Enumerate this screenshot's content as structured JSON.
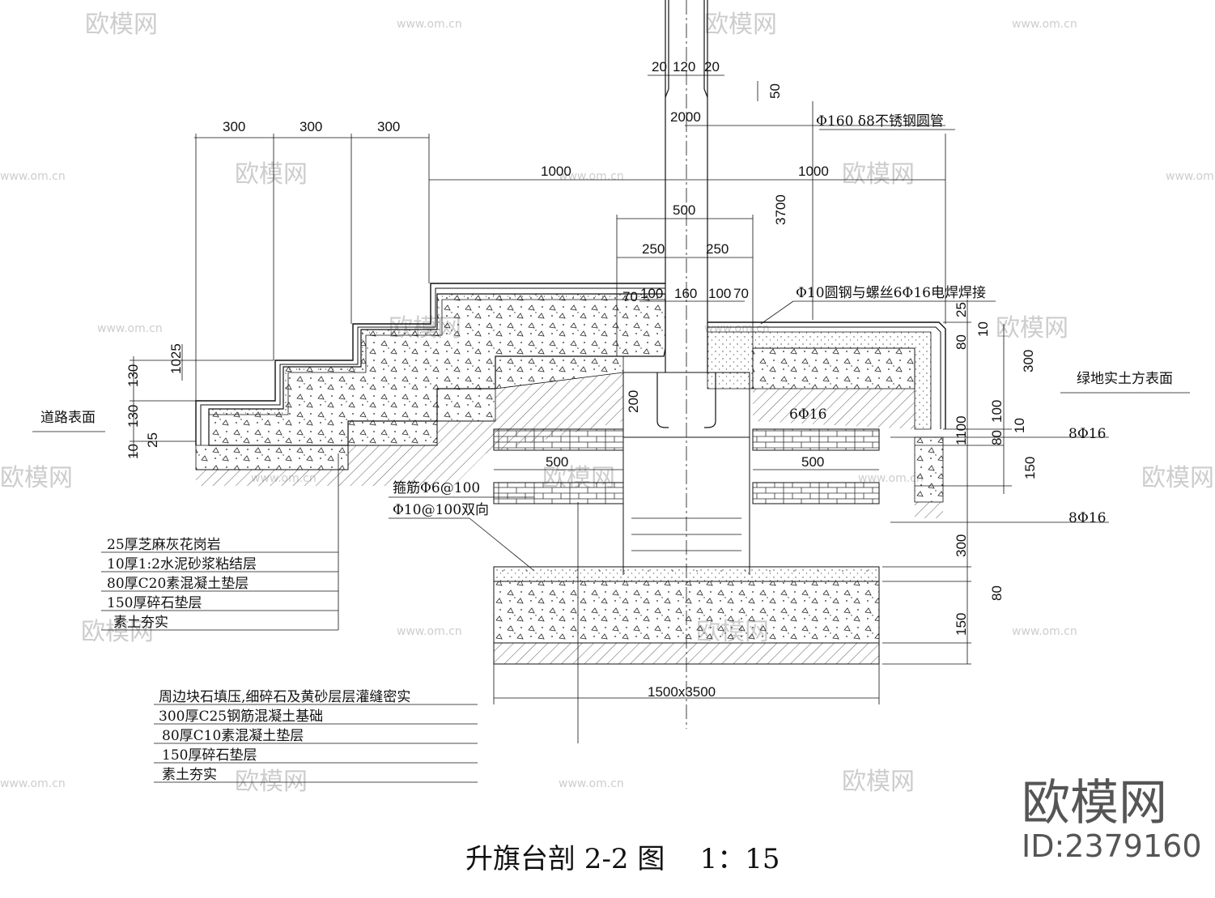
{
  "title": "升旗台剖 2-2 图    1：15",
  "brand": {
    "name": "欧模网",
    "id": "ID:2379160"
  },
  "watermark": {
    "logo_text": "欧模网",
    "url": "www.om.cn"
  },
  "dimensions": {
    "pole_20_left": "20",
    "pole_120": "120",
    "pole_20_right": "20",
    "d50": "50",
    "d2000": "2000",
    "d3700": "3700",
    "step_300_a": "300",
    "step_300_b": "300",
    "step_300_c": "300",
    "d1000_left": "1000",
    "d1000_right": "1000",
    "d500_top": "500",
    "d250_left": "250",
    "d250_right": "250",
    "d70_left": "70",
    "d100_left": "100",
    "d160": "160",
    "d100_right": "100",
    "d70_right": "70",
    "d25_right": "25",
    "d10_right": "10",
    "d80_right": "80",
    "d300_right": "300",
    "d100_r2": "100",
    "d10_r2": "10",
    "d1100": "1100",
    "d80_r2": "80",
    "d150_r2": "150",
    "d1025": "1025",
    "d130_a": "130",
    "d130_b": "130",
    "d10_left": "10",
    "d25_left": "25",
    "d200": "200",
    "d500_left": "500",
    "d500_right": "500",
    "d300_lower": "300",
    "d80_lower": "80",
    "d150_lower": "150",
    "base_size": "1500x3500"
  },
  "annotations": {
    "pipe": "Φ160 δ8不锈钢圆管",
    "weld": "Φ10圆钢与螺丝6Φ16电焊焊接",
    "grass": "绿地实土方表面",
    "road": "道路表面",
    "rebar_6phi16": "6Φ16",
    "rebar_8phi16_a": "8Φ16",
    "rebar_8phi16_b": "8Φ16",
    "stirrup": "箍筋Φ6@100",
    "mesh": "Φ10@100双向"
  },
  "legend_left": [
    "25厚芝麻灰花岗岩",
    "10厚1:2水泥砂浆粘结层",
    "80厚C20素混凝土垫层",
    "150厚碎石垫层",
    "素土夯实"
  ],
  "legend_bottom": [
    "周边块石填压,细碎石及黄砂层层灌缝密实",
    "300厚C25钢筋混凝土基础",
    "80厚C10素混凝土垫层",
    "150厚碎石垫层",
    "素土夯实"
  ]
}
